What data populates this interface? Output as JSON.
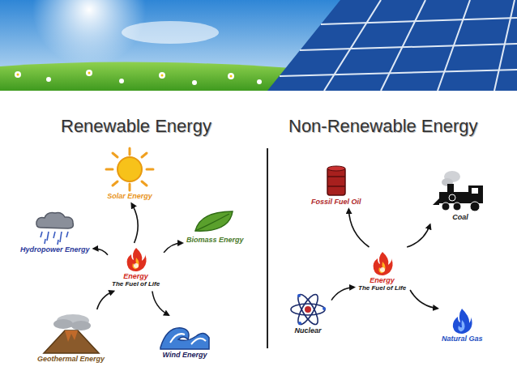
{
  "diagram": {
    "nodes": [
      {
        "text": [
          "Solar Energy"
        ]
      },
      {
        "text": [
          "Hydropower Energy"
        ]
      },
      {
        "text": [
          "Biomass Energy"
        ]
      },
      {
        "text": [
          "Energy",
          "The Fuel of Life"
        ]
      },
      {
        "text": [
          "Geothermal Energy"
        ]
      },
      {
        "text": [
          "Wind Energy"
        ]
      },
      {
        "text": [
          "Fossil Fuel Oil"
        ]
      },
      {
        "text": [
          "Coal"
        ]
      },
      {
        "text": [
          "Energy",
          "The Fuel of Life"
        ]
      },
      {
        "text": [
          "Nuclear"
        ]
      },
      {
        "text": [
          "Natural Gas"
        ]
      }
    ],
    "edges": [
      {
        "from": 3,
        "to": 0,
        "arrow": "to"
      },
      {
        "from": 3,
        "to": 2,
        "arrow": "to"
      },
      {
        "from": 3,
        "to": 1,
        "arrow": "to"
      },
      {
        "from": 4,
        "to": 3,
        "arrow": "to"
      },
      {
        "from": 3,
        "to": 5,
        "arrow": "to"
      },
      {
        "from": 8,
        "to": 6,
        "arrow": "to"
      },
      {
        "from": 8,
        "to": 7,
        "arrow": "to"
      },
      {
        "from": 9,
        "to": 8,
        "arrow": "to"
      },
      {
        "from": 8,
        "to": 10,
        "arrow": "to"
      }
    ],
    "labels": [
      "Renewable Energy",
      "Non-Renewable Energy"
    ]
  }
}
